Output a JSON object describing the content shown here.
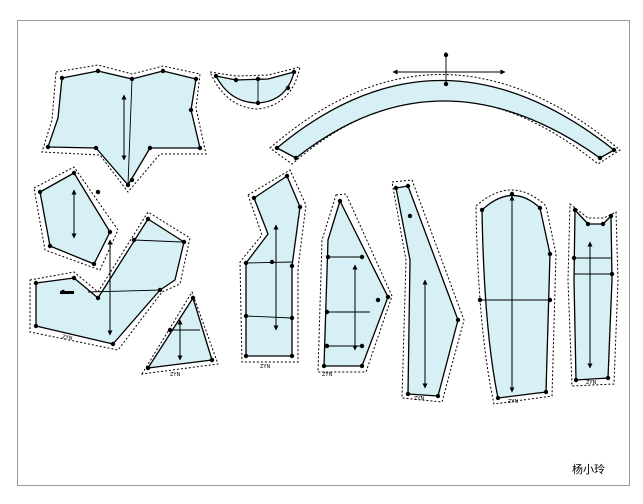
{
  "author": "杨小玲",
  "colors": {
    "fill": "#d6f0f5",
    "stroke": "#000000",
    "frame": "#9a9a9a",
    "background": "#ffffff"
  },
  "marks": [
    "ZYN",
    "ZYN",
    "ZYN",
    "ZYN",
    "ZYN",
    "ZYN",
    "ZYN"
  ]
}
